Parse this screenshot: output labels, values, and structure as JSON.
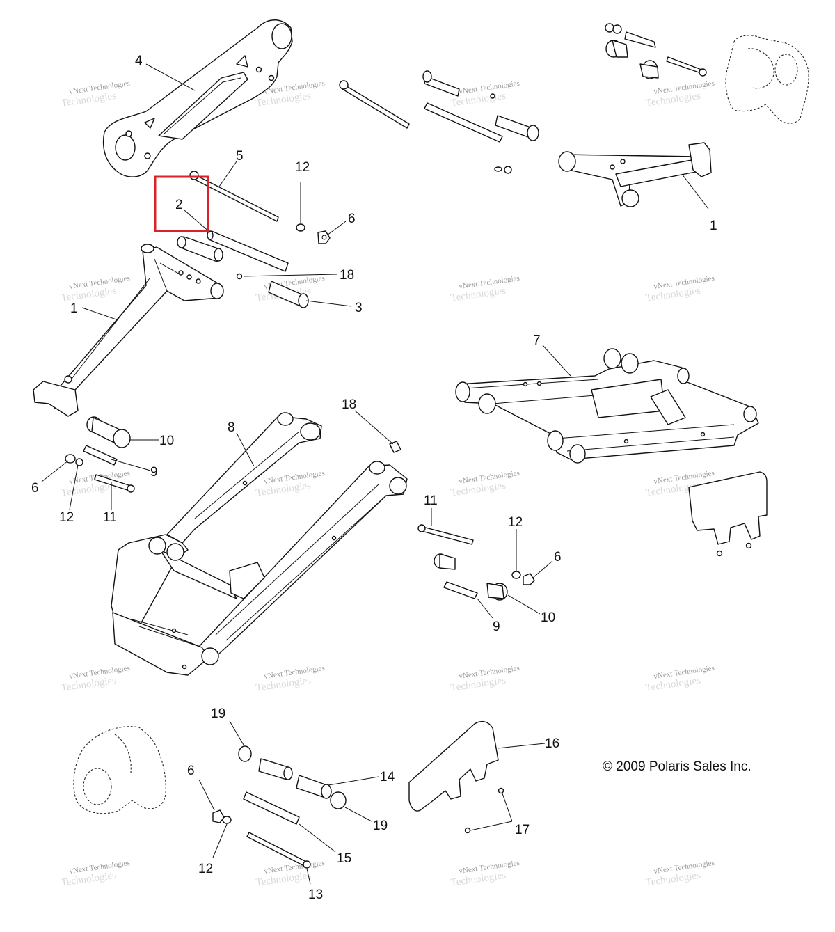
{
  "copyright": "© 2009 Polaris Sales Inc.",
  "watermark": {
    "line1": "vNext Technologies",
    "line2": "Technologies",
    "line3": "vNext"
  },
  "highlight_color": "#d8232a",
  "highlighted_callout": "2",
  "callouts": {
    "c4": "4",
    "c5": "5",
    "c12a": "12",
    "c2": "2",
    "c6a": "6",
    "c18a": "18",
    "c3": "3",
    "c1a": "1",
    "c1b": "1",
    "c7": "7",
    "c8": "8",
    "c18b": "18",
    "c10a": "10",
    "c9a": "9",
    "c6b": "6",
    "c12b": "12",
    "c11a": "11",
    "c11b": "11",
    "c12c": "12",
    "c6c": "6",
    "c10b": "10",
    "c9b": "9",
    "c19a": "19",
    "c16": "16",
    "c14": "14",
    "c19b": "19",
    "c6d": "6",
    "c15": "15",
    "c12d": "12",
    "c13": "13",
    "c17": "17"
  }
}
